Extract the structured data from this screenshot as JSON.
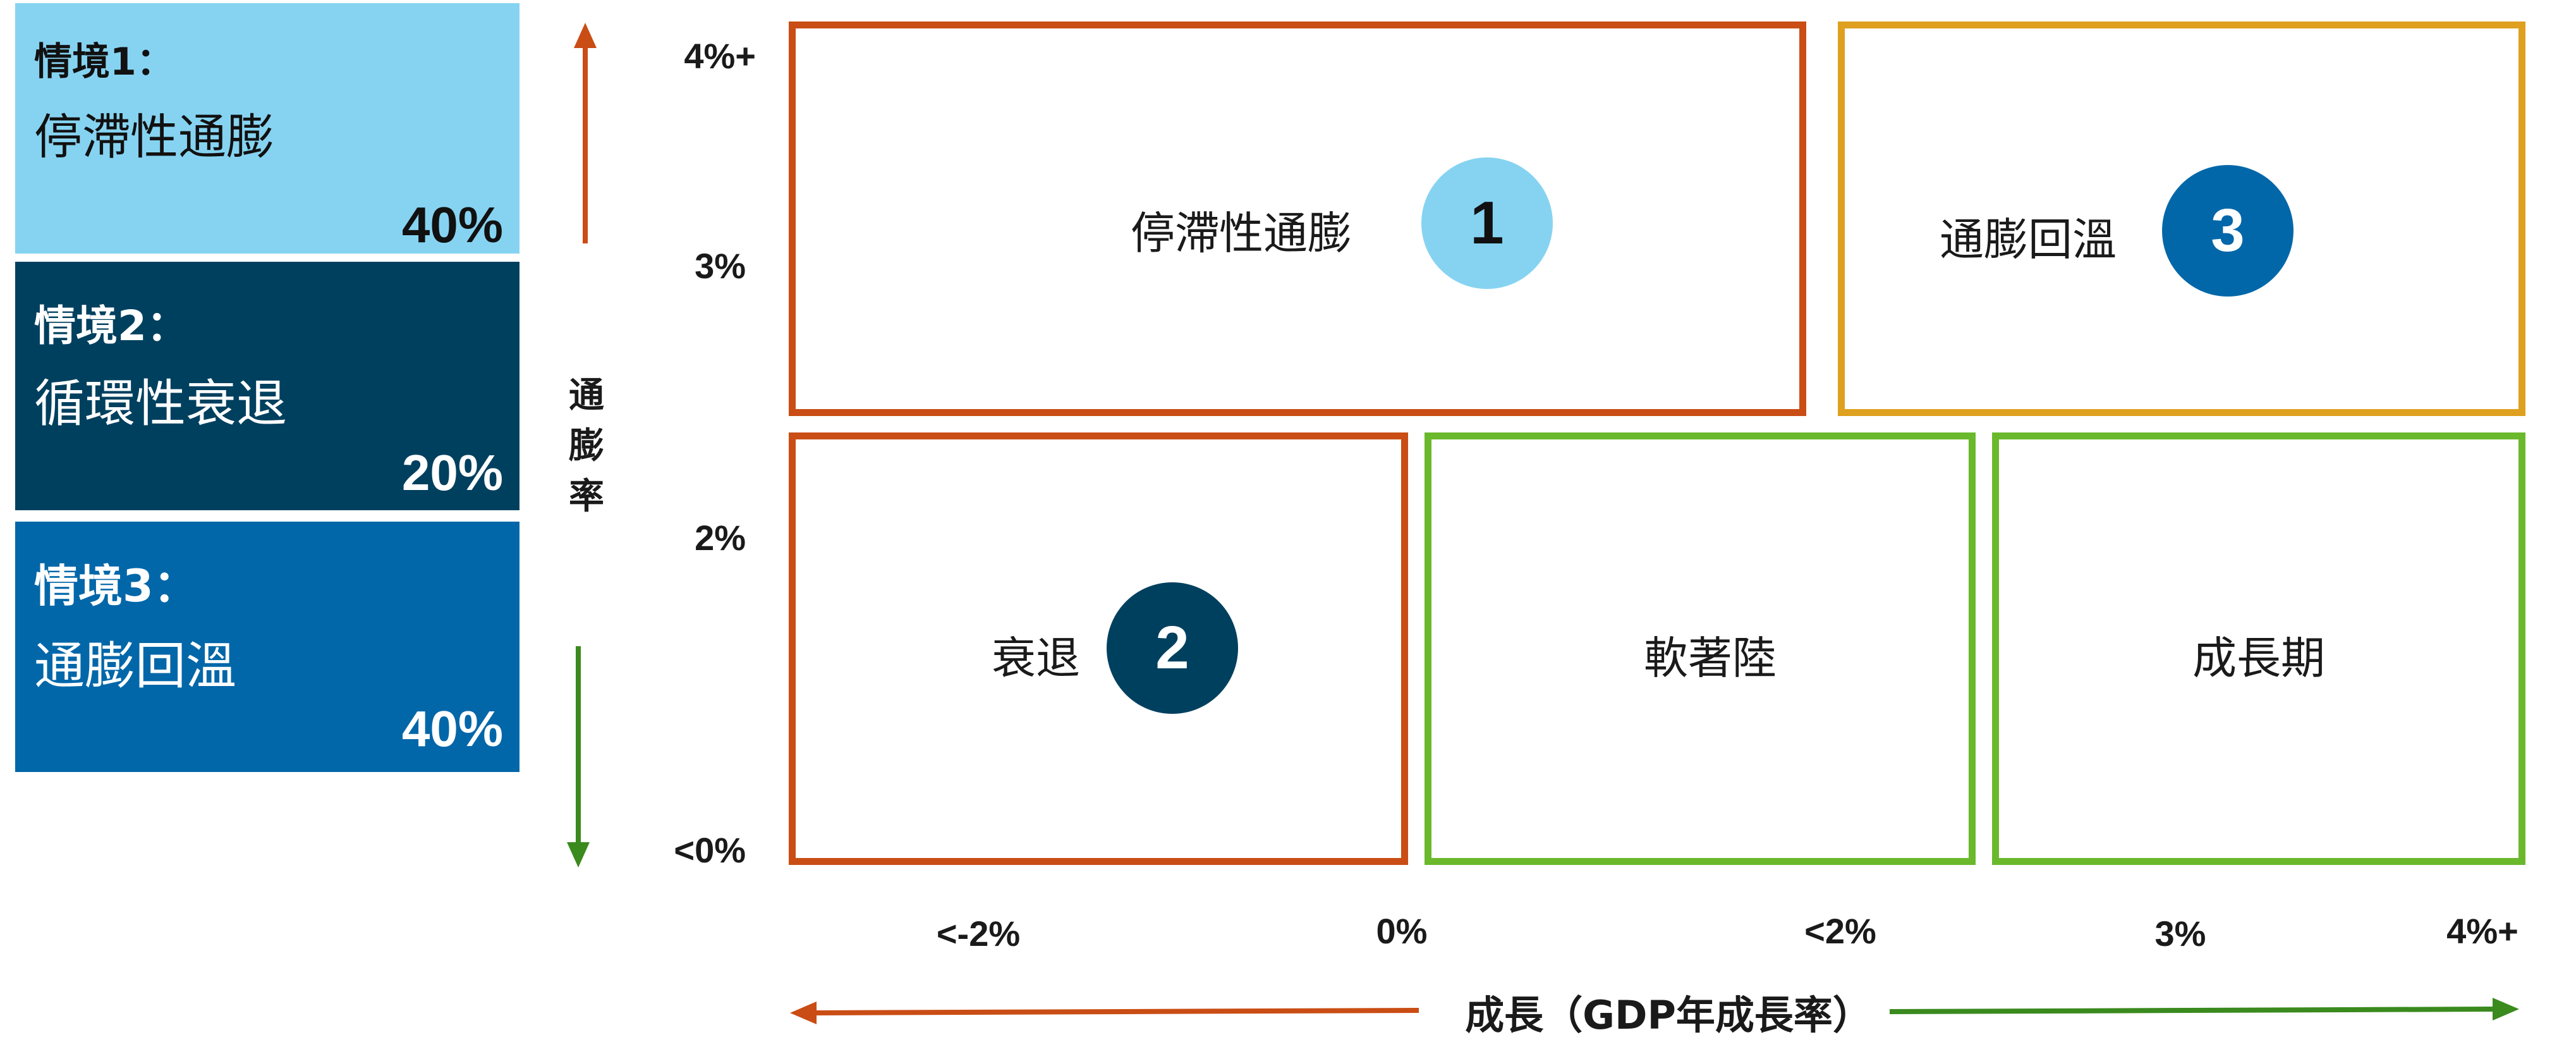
{
  "scenarios": [
    {
      "title": "情境1：",
      "name": "停滯性通膨",
      "percent": "40%"
    },
    {
      "title": "情境2：",
      "name": "循環性衰退",
      "percent": "20%"
    },
    {
      "title": "情境3：",
      "name": "通膨回溫",
      "percent": "40%"
    }
  ],
  "y_axis": {
    "label": "通\n膨\n率",
    "ticks": [
      "4%+",
      "3%",
      "2%",
      "<0%"
    ]
  },
  "x_axis": {
    "label": "成長（GDP年成長率）",
    "ticks": [
      "<-2%",
      "0%",
      "<2%",
      "3%",
      "4%+"
    ]
  },
  "quadrants": [
    {
      "label": "停滯性通膨",
      "badge": "1"
    },
    {
      "label": "通膨回溫",
      "badge": "3"
    },
    {
      "label": "衰退",
      "badge": "2"
    },
    {
      "label": "軟著陸"
    },
    {
      "label": "成長期"
    }
  ],
  "colors": {
    "scenario1": "#86d3f1",
    "scenario2": "#00405f",
    "scenario3": "#0267a9",
    "orange_border": "#c94d14",
    "gold_border": "#dea01e",
    "green_border": "#6ab82c",
    "down_arrow": "#3a8a1e",
    "up_arrow": "#c94d14"
  }
}
